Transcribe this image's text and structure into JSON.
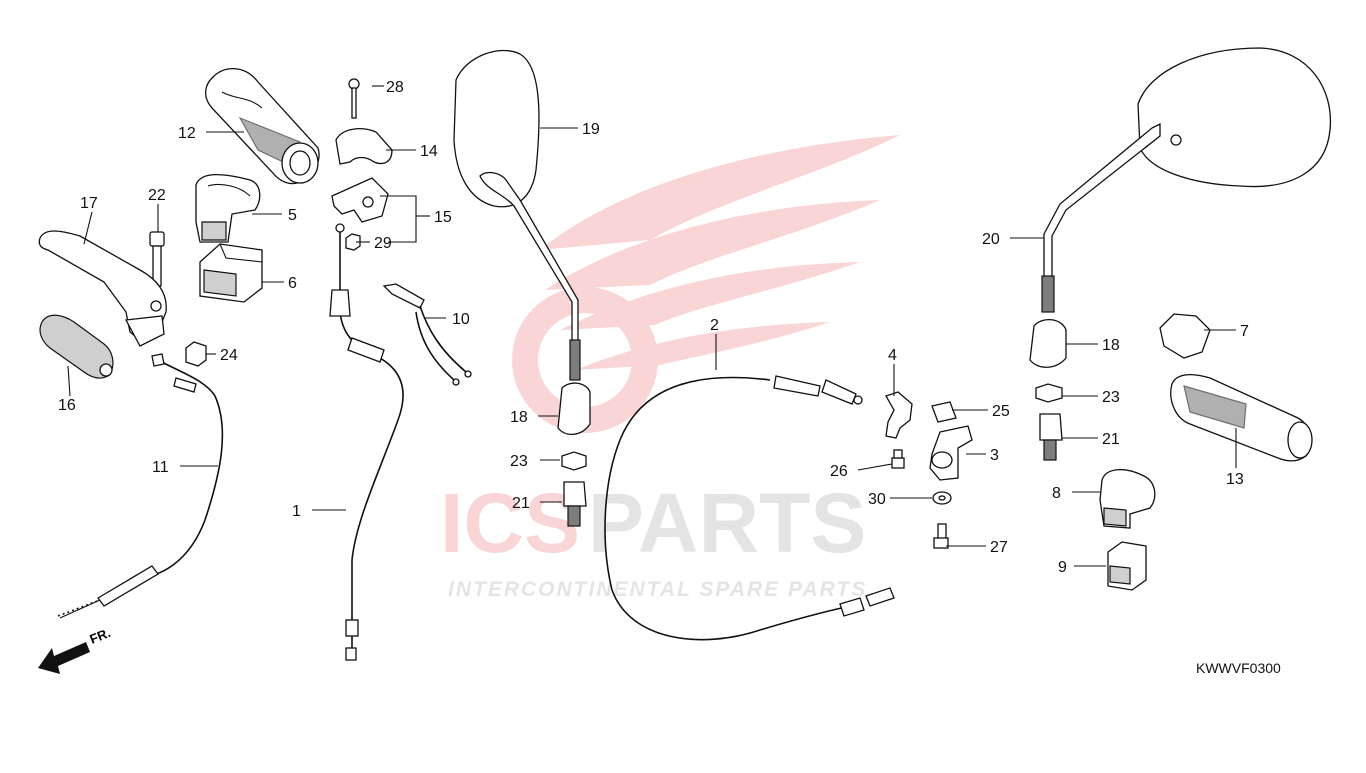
{
  "diagram": {
    "drawing_code": "KWWVF0300",
    "front_arrow_label": "FR.",
    "watermark": {
      "brand": "ICSPARTS",
      "brand_part_a": "ICS",
      "brand_part_b": "PARTS",
      "tagline": "INTERCONTINENTAL SPARE PARTS",
      "color": "#e8464a"
    },
    "callouts": [
      "1",
      "2",
      "3",
      "4",
      "5",
      "6",
      "7",
      "8",
      "9",
      "10",
      "11",
      "12",
      "13",
      "14",
      "15",
      "16",
      "17",
      "18",
      "19",
      "20",
      "21",
      "22",
      "23",
      "24",
      "25",
      "26",
      "27",
      "28",
      "29",
      "30"
    ]
  }
}
